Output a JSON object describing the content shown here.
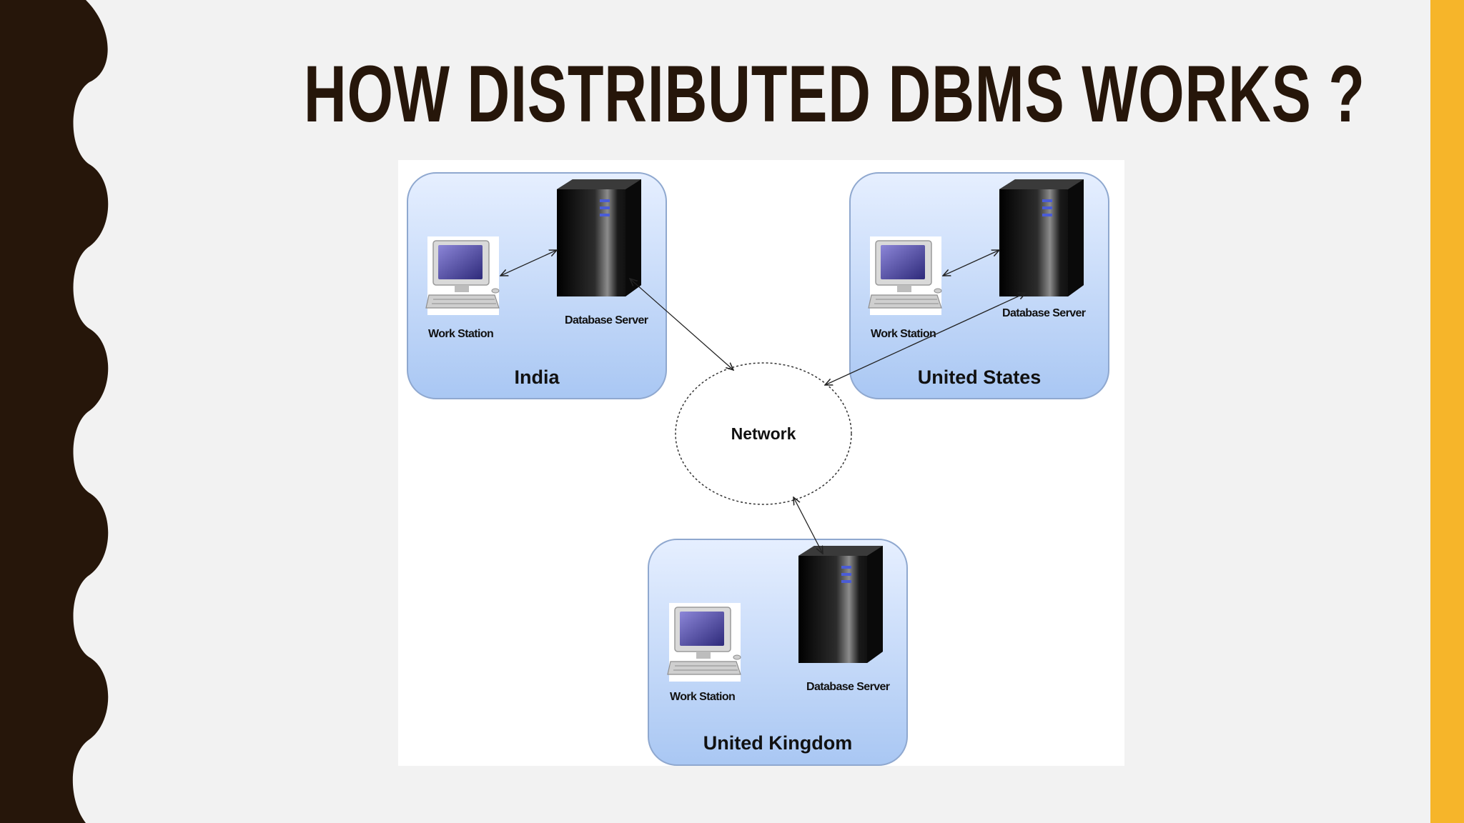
{
  "slide": {
    "title": "HOW DISTRIBUTED DBMS WORKS ?",
    "colors": {
      "background": "#f2f2f2",
      "left_band": "#26160a",
      "right_band": "#f6b52a",
      "site_fill_top": "#e6efff",
      "site_fill_bottom": "#a9c7f3",
      "site_border": "#8fa8cf"
    }
  },
  "diagram": {
    "network_label": "Network",
    "sites": [
      {
        "name": "India",
        "workstation_label": "Work Station",
        "server_label": "Database Server"
      },
      {
        "name": "United States",
        "workstation_label": "Work Station",
        "server_label": "Database Server"
      },
      {
        "name": "United Kingdom",
        "workstation_label": "Work Station",
        "server_label": "Database Server"
      }
    ],
    "icons": {
      "workstation": "computer-workstation-icon",
      "server": "database-server-tower-icon"
    }
  }
}
